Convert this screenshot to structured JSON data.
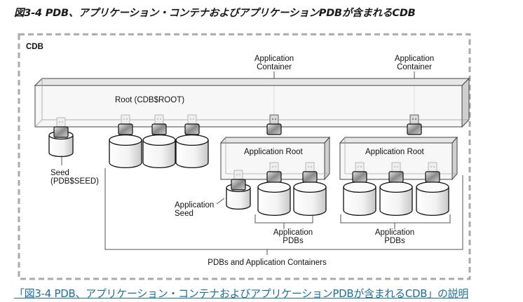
{
  "figure": {
    "title": "図3-4 PDB、アプリケーション・コンテナおよびアプリケーションPDBが含まれるCDB",
    "description_link": "「図3-4 PDB、アプリケーション・コンテナおよびアプリケーションPDBが含まれるCDB」の説明"
  },
  "diagram": {
    "cdb_label": "CDB",
    "root_label": "Root (CDB$ROOT)",
    "seed_label_line1": "Seed",
    "seed_label_line2": "(PDB$SEED)",
    "app_container_label_line1": "Application",
    "app_container_label_line2": "Container",
    "app_root_label": "Application Root",
    "app_seed_label_line1": "Application",
    "app_seed_label_line2": "Seed",
    "app_pdbs_label_line1": "Application",
    "app_pdbs_label_line2": "PDBs",
    "pdbs_and_app_containers_label": "PDBs and Application Containers",
    "colors": {
      "border_dashed": "#aaaaaa",
      "box_face": "#f4f4f4",
      "box_edge": "#444444",
      "link": "#1f6e95"
    },
    "containers": [
      {
        "name": "application-container-1",
        "pdb_count": 2,
        "has_app_seed": true
      },
      {
        "name": "application-container-2",
        "pdb_count": 3,
        "has_app_seed": false
      }
    ],
    "root_pdb_count": 3
  }
}
